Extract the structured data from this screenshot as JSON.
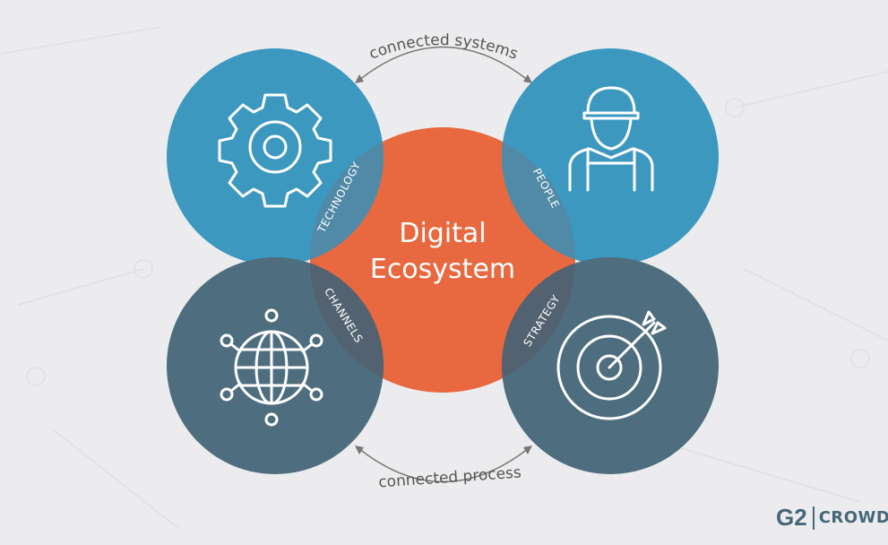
{
  "center": {
    "line1": "Digital",
    "line2": "Ecosystem"
  },
  "segments": [
    {
      "label": "TECHNOLOGY",
      "icon": "gear-icon"
    },
    {
      "label": "PEOPLE",
      "icon": "worker-icon"
    },
    {
      "label": "CHANNELS",
      "icon": "globe-network-icon"
    },
    {
      "label": "STRATEGY",
      "icon": "target-icon"
    }
  ],
  "connectors": {
    "top": "connected systems",
    "bottom": "connected process"
  },
  "logo": {
    "mark": "G2",
    "text": "CROWD"
  },
  "colors": {
    "center": "#e8683f",
    "top": "#3d98c0",
    "bottom": "#4e6e7f",
    "background": "#ececee"
  }
}
